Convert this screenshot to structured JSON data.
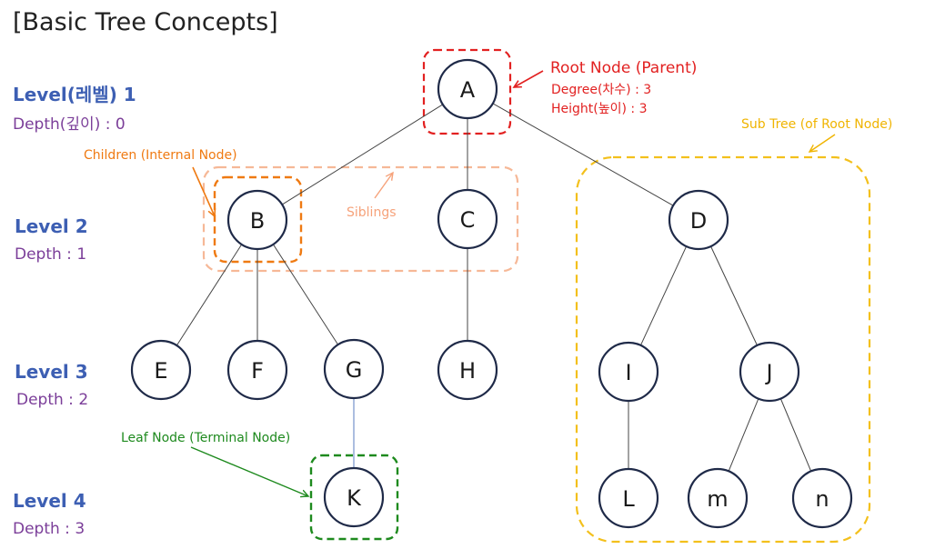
{
  "title": "[Basic Tree Concepts]",
  "levels": [
    {
      "level": "Level(레벨) 1",
      "depth": "Depth(깊이) : 0"
    },
    {
      "level": "Level 2",
      "depth": "Depth : 1"
    },
    {
      "level": "Level 3",
      "depth": "Depth : 2"
    },
    {
      "level": "Level 4",
      "depth": "Depth : 3"
    }
  ],
  "nodes": {
    "A": "A",
    "B": "B",
    "C": "C",
    "D": "D",
    "E": "E",
    "F": "F",
    "G": "G",
    "H": "H",
    "I": "I",
    "J": "J",
    "K": "K",
    "L": "L",
    "M": "m",
    "N": "n"
  },
  "edges": [
    [
      "A",
      "B"
    ],
    [
      "A",
      "C"
    ],
    [
      "A",
      "D"
    ],
    [
      "B",
      "E"
    ],
    [
      "B",
      "F"
    ],
    [
      "B",
      "G"
    ],
    [
      "C",
      "H"
    ],
    [
      "D",
      "I"
    ],
    [
      "D",
      "J"
    ],
    [
      "G",
      "K"
    ],
    [
      "I",
      "L"
    ],
    [
      "J",
      "M"
    ],
    [
      "J",
      "N"
    ]
  ],
  "annotations": {
    "root": {
      "title": "Root Node (Parent)",
      "degree": "Degree(차수) : 3",
      "height": "Height(높이) : 3"
    },
    "children": "Children (Internal Node)",
    "siblings": "Siblings",
    "subtree": "Sub Tree (of Root Node)",
    "leaf": "Leaf Node (Terminal Node)"
  },
  "colors": {
    "root": "#e22121",
    "children": "#ef7a12",
    "siblings": "#f6b897",
    "subtree": "#f3c01c",
    "leaf": "#1e8a1e",
    "level": "#3d5fb3",
    "depth": "#7b3e99",
    "node_stroke": "#1f2a48"
  }
}
